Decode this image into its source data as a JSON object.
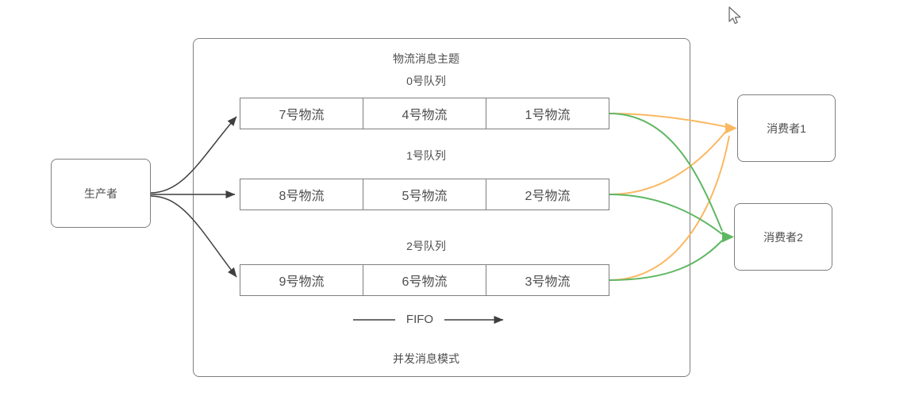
{
  "topic": {
    "title": "物流消息主题",
    "mode_label": "并发消息模式"
  },
  "fifo_label": "FIFO",
  "producer": {
    "label": "生产者"
  },
  "queues": [
    {
      "name": "0号队列",
      "cells": [
        "7号物流",
        "4号物流",
        "1号物流"
      ]
    },
    {
      "name": "1号队列",
      "cells": [
        "8号物流",
        "5号物流",
        "2号物流"
      ]
    },
    {
      "name": "2号队列",
      "cells": [
        "9号物流",
        "6号物流",
        "3号物流"
      ]
    }
  ],
  "consumers": [
    {
      "label": "消费者1"
    },
    {
      "label": "消费者2"
    }
  ],
  "colors": {
    "consumer1_edge": "#FBB862",
    "consumer2_edge": "#5FB762",
    "producer_edge": "#3F3F3F",
    "shape_border": "#7F7F7F",
    "text": "#4D4D4D"
  }
}
